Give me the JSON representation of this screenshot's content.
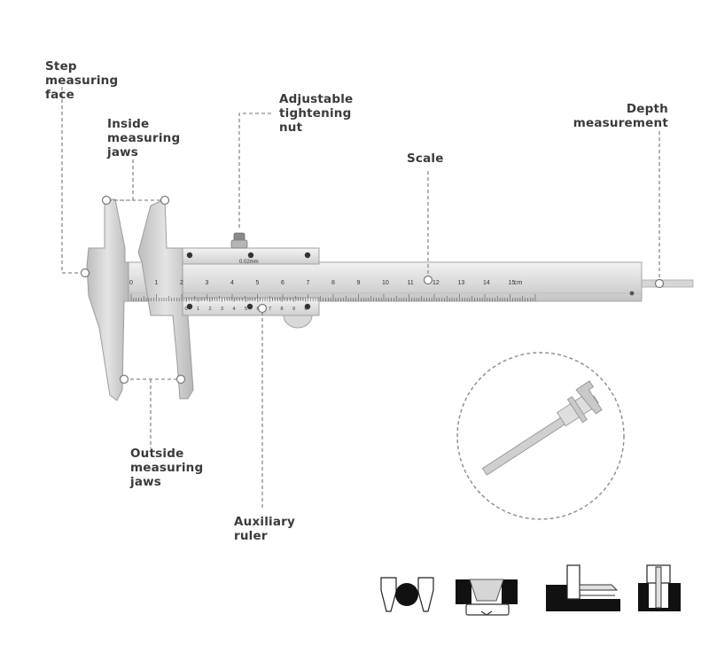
{
  "callouts": {
    "step_face": "Step\nmeasuring\nface",
    "inside_jaws": "Inside\nmeasuring\njaws",
    "tightening_nut": "Adjustable\ntightening\nnut",
    "scale": "Scale",
    "depth": "Depth\nmeasurement",
    "outside_jaws": "Outside\nmeasuring\njaws",
    "auxiliary_ruler": "Auxiliary\nruler"
  },
  "main_scale": {
    "numbers": [
      "0",
      "1",
      "2",
      "3",
      "4",
      "5",
      "6",
      "7",
      "8",
      "9",
      "10",
      "11",
      "12",
      "13",
      "14",
      "15"
    ],
    "unit": "cm"
  },
  "vernier": {
    "label": "0.02mm",
    "numbers": [
      "0",
      "1",
      "2",
      "3",
      "4",
      "5",
      "6",
      "7",
      "8",
      "9",
      "0"
    ]
  },
  "usage_icons": [
    "outside-measurement-icon",
    "inside-measurement-icon",
    "step-measurement-icon",
    "depth-measurement-icon"
  ],
  "colors": {
    "steel_light": "#e6e6e6",
    "steel_mid": "#cfcfcf",
    "steel_dark": "#9a9a9a",
    "leader": "#8a8a8a",
    "text": "#3a3a3a",
    "icon_dark": "#1a1a1a"
  }
}
